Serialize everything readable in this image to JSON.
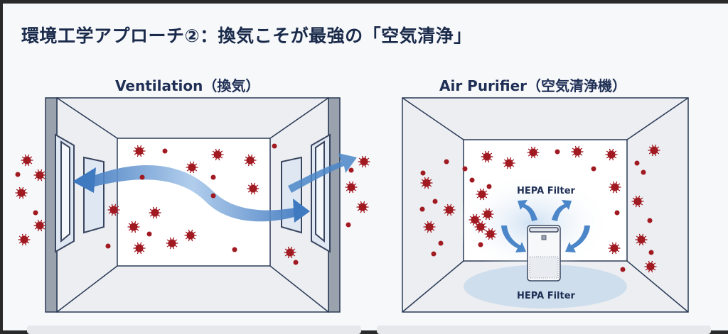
{
  "title": "環境工学アプローチ②：換気こそが最強の「空気清浄」",
  "panels": [
    {
      "heading": "Ventilation（換気）"
    },
    {
      "heading": "Air Purifier（空気清浄機）",
      "labels": [
        "HEPA Filter",
        "HEPA Filter"
      ]
    }
  ],
  "colors": {
    "title": "#1a2a4a",
    "virus": "#a11a22",
    "arrow": "#4a86c8",
    "line": "#2a3a55"
  }
}
